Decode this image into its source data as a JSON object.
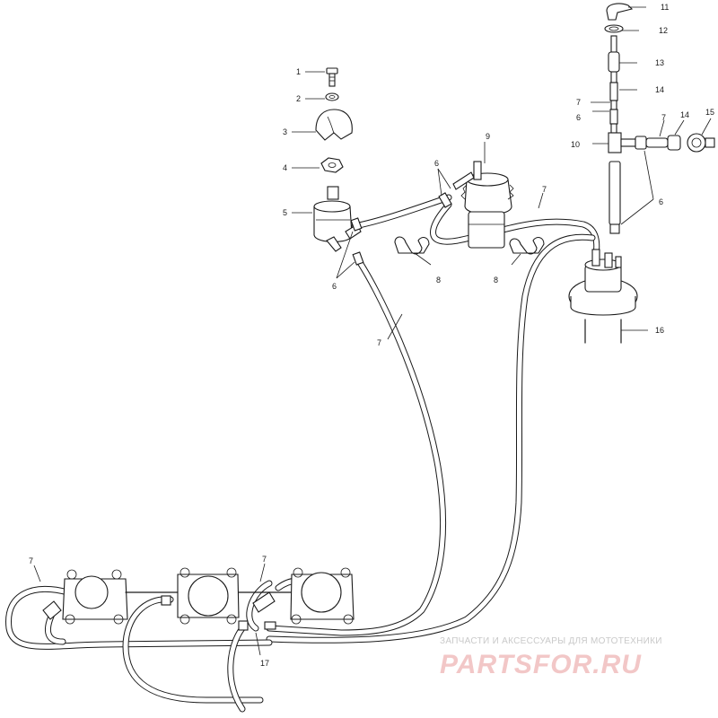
{
  "labels": {
    "l1": "1",
    "l2": "2",
    "l3": "3",
    "l4": "4",
    "l5": "5",
    "l6a": "6",
    "l6b": "6",
    "l6c": "6",
    "l6d": "6",
    "l7a": "7",
    "l7b": "7",
    "l7c": "7",
    "l7d": "7",
    "l7e": "7",
    "l7f": "7",
    "l8a": "8",
    "l8b": "8",
    "l9": "9",
    "l10": "10",
    "l11": "11",
    "l12": "12",
    "l13": "13",
    "l14a": "14",
    "l14b": "14",
    "l15": "15",
    "l16": "16",
    "l17": "17"
  },
  "watermark": {
    "subtitle": "ЗАПЧАСТИ И АКСЕССУАРЫ ДЛЯ МОТОТЕХНИКИ",
    "brand": "PARTSFOR.RU"
  },
  "colors": {
    "line": "#1a1a1a",
    "watermark_brand": "#f2c7c7",
    "watermark_subtitle": "#c9c9c9"
  }
}
